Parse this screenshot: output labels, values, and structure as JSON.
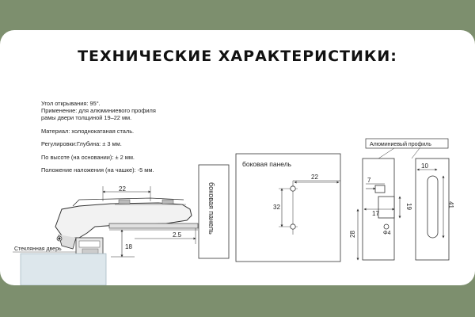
{
  "title": "ТЕХНИЧЕСКИЕ ХАРАКТЕРИСТИКИ:",
  "specs": {
    "angle": "Угол открывания: 95°.",
    "application_1": "Применение: для алюминиевого профиля",
    "application_2": "рамы двери толщиной 19–22 мм.",
    "material": "Материал: холоднокатаная сталь.",
    "adjust": "Регулировки:Глубина: ± 3 мм.",
    "height": "По высоте (на основании): ± 2 мм.",
    "overlay": "Положение наложения (на чашке): -5 мм."
  },
  "labels": {
    "glass_door": "Стеклянная дверь",
    "side_panel_vertical": "боковая панель",
    "side_panel_box": "боковая панель",
    "aluminum_profile": "Алюминиевый профиль"
  },
  "dims": {
    "d22_left": "22",
    "d2_5": "2.5",
    "d18": "18",
    "d22_mid": "22",
    "d32": "32",
    "d7": "7",
    "d17": "17",
    "d19": "19",
    "d28": "28",
    "d_phi4": "Φ4",
    "d10": "10",
    "d41": "41"
  }
}
